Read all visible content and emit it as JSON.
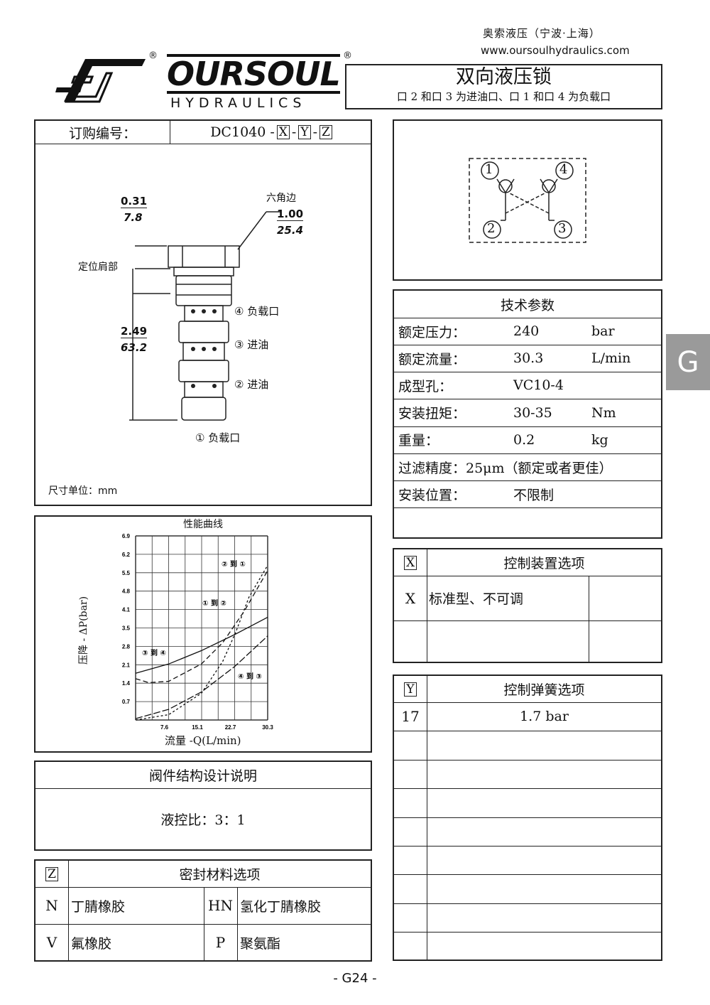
{
  "header": {
    "company": "奥索液压（宁波·上海）",
    "website": "www.oursoulhydraulics.com",
    "logo_text": "OURSOUL",
    "logo_sub": "HYDRAULICS",
    "title": "双向液压锁",
    "subtitle": "口 2 和口 3 为进油口、口 1 和口 4 为负载口"
  },
  "order": {
    "label": "订购编号：",
    "code": "DC1040 -",
    "x": "X",
    "y": "Y",
    "z": "Z",
    "sep": "-"
  },
  "drawing": {
    "dim_top_in": "0.31",
    "dim_top_mm": "7.8",
    "hex_label": "六角边",
    "hex_in": "1.00",
    "hex_mm": "25.4",
    "shoulder": "定位肩部",
    "len_in": "2.49",
    "len_mm": "63.2",
    "port4": "④ 负载口",
    "port3": "③ 进油",
    "port2": "② 进油",
    "port1": "① 负载口",
    "unit": "尺寸单位：mm"
  },
  "schematic": {
    "p1": "1",
    "p2": "2",
    "p3": "3",
    "p4": "4"
  },
  "chart_data": {
    "type": "line",
    "title": "性能曲线",
    "xlabel": "流量 -Q(L/min)",
    "ylabel": "压降 - ΔP(bar)",
    "xlim": [
      0,
      30.3
    ],
    "ylim": [
      0,
      6.9
    ],
    "xticks": [
      "7.6",
      "15.1",
      "22.7",
      "30.3"
    ],
    "yticks": [
      "0.7",
      "1.4",
      "2.1",
      "2.8",
      "3.5",
      "4.1",
      "4.8",
      "5.5",
      "6.2",
      "6.9"
    ],
    "series": [
      {
        "name": "③ 到 ④",
        "style": "solid",
        "x": [
          0,
          7.6,
          15.1,
          22.7,
          30.3
        ],
        "y": [
          1.75,
          2.1,
          2.6,
          3.2,
          3.85
        ]
      },
      {
        "name": "② 到 ①",
        "style": "dashed",
        "x": [
          0,
          3,
          7.6,
          15.1,
          20,
          25,
          30.3
        ],
        "y": [
          1.55,
          1.4,
          1.45,
          2.1,
          2.9,
          4.1,
          5.6
        ]
      },
      {
        "name": "① 到 ②",
        "style": "dotted",
        "x": [
          0,
          7.6,
          15.1,
          20,
          23,
          26,
          30.3
        ],
        "y": [
          0,
          0.2,
          1.0,
          2.2,
          3.3,
          4.6,
          5.8
        ]
      },
      {
        "name": "④ 到 ③",
        "style": "longdash",
        "x": [
          0,
          7.6,
          15.1,
          22.7,
          30.3
        ],
        "y": [
          0.05,
          0.4,
          1.05,
          2.0,
          3.15
        ]
      }
    ]
  },
  "design": {
    "title": "阀件结构设计说明",
    "text": "液控比：3：1"
  },
  "seal": {
    "key": "Z",
    "title": "密封材料选项",
    "rows": [
      [
        "N",
        "丁腈橡胶",
        "HN",
        "氢化丁腈橡胶"
      ],
      [
        "V",
        "氟橡胶",
        "P",
        "聚氨酯"
      ]
    ]
  },
  "specs": {
    "title": "技术参数",
    "rows": [
      [
        "额定压力：",
        "240",
        "bar"
      ],
      [
        "额定流量：",
        "30.3",
        "L/min"
      ],
      [
        "成型孔：",
        "VC10-4",
        ""
      ],
      [
        "安装扭矩：",
        "30-35",
        "Nm"
      ],
      [
        "重量：",
        "0.2",
        "kg"
      ]
    ],
    "filter": "过滤精度：25μm（额定或者更佳）",
    "mount_label": "安装位置：",
    "mount_value": "不限制"
  },
  "control": {
    "key": "X",
    "title": "控制装置选项",
    "code": "X",
    "desc": "标准型、不可调"
  },
  "spring": {
    "key": "Y",
    "title": "控制弹簧选项",
    "code": "17",
    "value": "1.7 bar"
  },
  "side_tab": "G",
  "page": "- G24 -"
}
